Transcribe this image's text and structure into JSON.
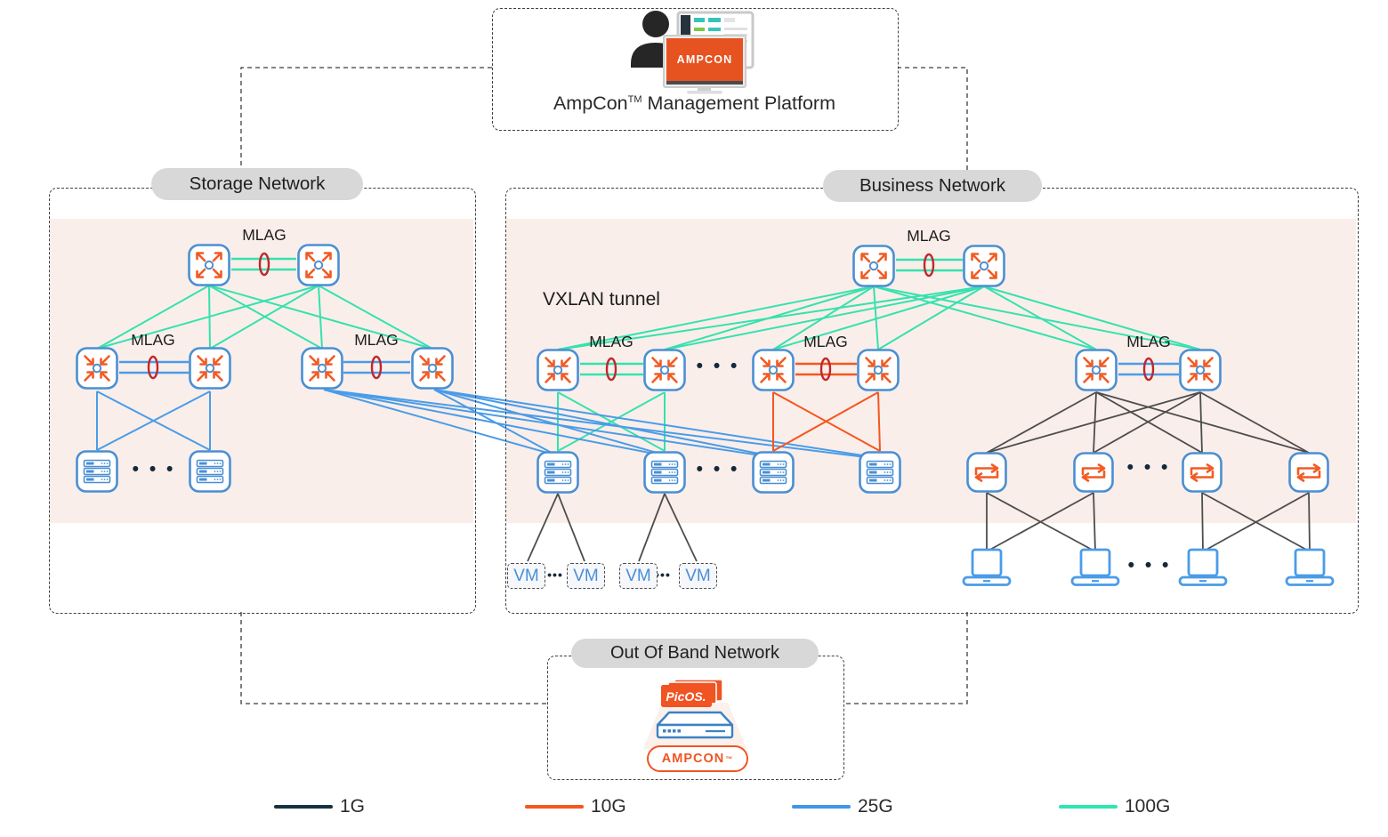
{
  "platform": {
    "brand": "AmpCon",
    "tm": "TM",
    "title_rest": " Management Platform",
    "screen_logo": "AMPCON"
  },
  "sections": {
    "storage": {
      "label": "Storage Network"
    },
    "business": {
      "label": "Business Network",
      "vxlan": "VXLAN tunnel"
    },
    "oob": {
      "label": "Out Of Band Network",
      "picos": "PicOS.",
      "ampcon": "AMPCON",
      "ampcon_tm": "™"
    }
  },
  "labels": {
    "mlag": "MLAG",
    "vm": "VM",
    "dots": "• • •",
    "vm_dots": "•••"
  },
  "legend": [
    {
      "label": "1G",
      "color": "#16323e"
    },
    {
      "label": "10G",
      "color": "#f4571f"
    },
    {
      "label": "25G",
      "color": "#3e97e8"
    },
    {
      "label": "100G",
      "color": "#2ee6ae"
    }
  ],
  "colors": {
    "link_1g": "#4d4d4d",
    "link_10g": "#f4571f",
    "link_25g": "#4a9ce8",
    "link_100g": "#35e2ae",
    "node_border": "#4a8fd3",
    "node_arrow": "#f25b24",
    "mlag_ring": "#c0272d",
    "band_bg": "#faeeea",
    "pill_bg": "#d8d8d8",
    "brand_orange": "#f05423"
  }
}
